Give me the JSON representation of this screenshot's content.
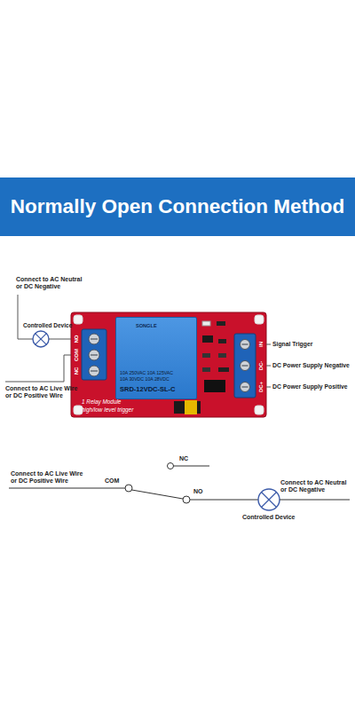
{
  "diagram": {
    "title": "Normally Open Connection Method",
    "nodes": [
      {
        "text": [
          "1 Relay Module",
          "high/low level trigger"
        ]
      },
      {
        "text": [
          "SONGLE",
          "10A 250VAC 10A 125VAC",
          "10A 30VDC 10A 28VDC",
          "SRD-12VDC-SL-C"
        ],
        "in": 0
      }
    ],
    "labels": [
      "Connect to AC Neutral or DC Negative",
      "Controlled Device",
      "Connect to AC Live Wire or DC Positive Wire",
      "NO",
      "COM",
      "NC",
      "IN",
      "DC-",
      "DC+",
      "Signal Trigger",
      "DC Power Supply Negative",
      "DC Power Supply Positive",
      "NC",
      "Connect to AC Live Wire or DC Positive Wire",
      "COM",
      "NO",
      "Connect to AC Neutral or DC Negative",
      "Controlled Device"
    ]
  }
}
